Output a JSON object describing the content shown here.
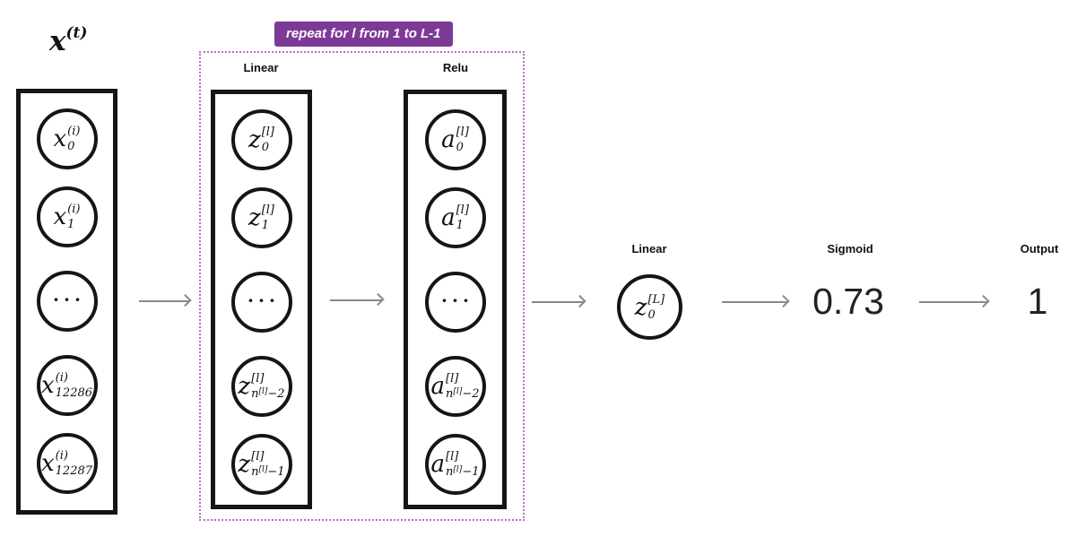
{
  "title": {
    "base": "x",
    "sup": "(t)"
  },
  "repeat_banner": {
    "label": "repeat for l from 1 to L-1"
  },
  "layers": {
    "input": {
      "nodes": [
        {
          "base": "x",
          "sup": "(i)",
          "sub": "0"
        },
        {
          "base": "x",
          "sup": "(i)",
          "sub": "1"
        },
        {
          "dots": "···"
        },
        {
          "base": "x",
          "sup": "(i)",
          "sub": "12286"
        },
        {
          "base": "x",
          "sup": "(i)",
          "sub": "12287"
        }
      ]
    },
    "linear": {
      "label": "Linear",
      "nodes": [
        {
          "base": "z",
          "sup": "[l]",
          "sub": "0"
        },
        {
          "base": "z",
          "sup": "[l]",
          "sub": "1"
        },
        {
          "dots": "···"
        },
        {
          "base": "z",
          "sup": "[l]",
          "sub_base": "n",
          "sub_sup": "[l]",
          "sub_tail": "−2"
        },
        {
          "base": "z",
          "sup": "[l]",
          "sub_base": "n",
          "sub_sup": "[l]",
          "sub_tail": "−1"
        }
      ]
    },
    "relu": {
      "label": "Relu",
      "nodes": [
        {
          "base": "a",
          "sup": "[l]",
          "sub": "0"
        },
        {
          "base": "a",
          "sup": "[l]",
          "sub": "1"
        },
        {
          "dots": "···"
        },
        {
          "base": "a",
          "sup": "[l]",
          "sub_base": "n",
          "sub_sup": "[l]",
          "sub_tail": "−2"
        },
        {
          "base": "a",
          "sup": "[l]",
          "sub_base": "n",
          "sub_sup": "[l]",
          "sub_tail": "−1"
        }
      ]
    },
    "final_linear": {
      "label": "Linear",
      "node": {
        "base": "z",
        "sup": "[L]",
        "sub": "0"
      }
    },
    "sigmoid": {
      "label": "Sigmoid",
      "value": "0.73"
    },
    "output": {
      "label": "Output",
      "value": "1"
    }
  },
  "colors": {
    "banner_bg": "#7c3a96",
    "dashed_border": "#bb6dc3",
    "arrow": "#8a8a8a",
    "ink": "#151515"
  }
}
